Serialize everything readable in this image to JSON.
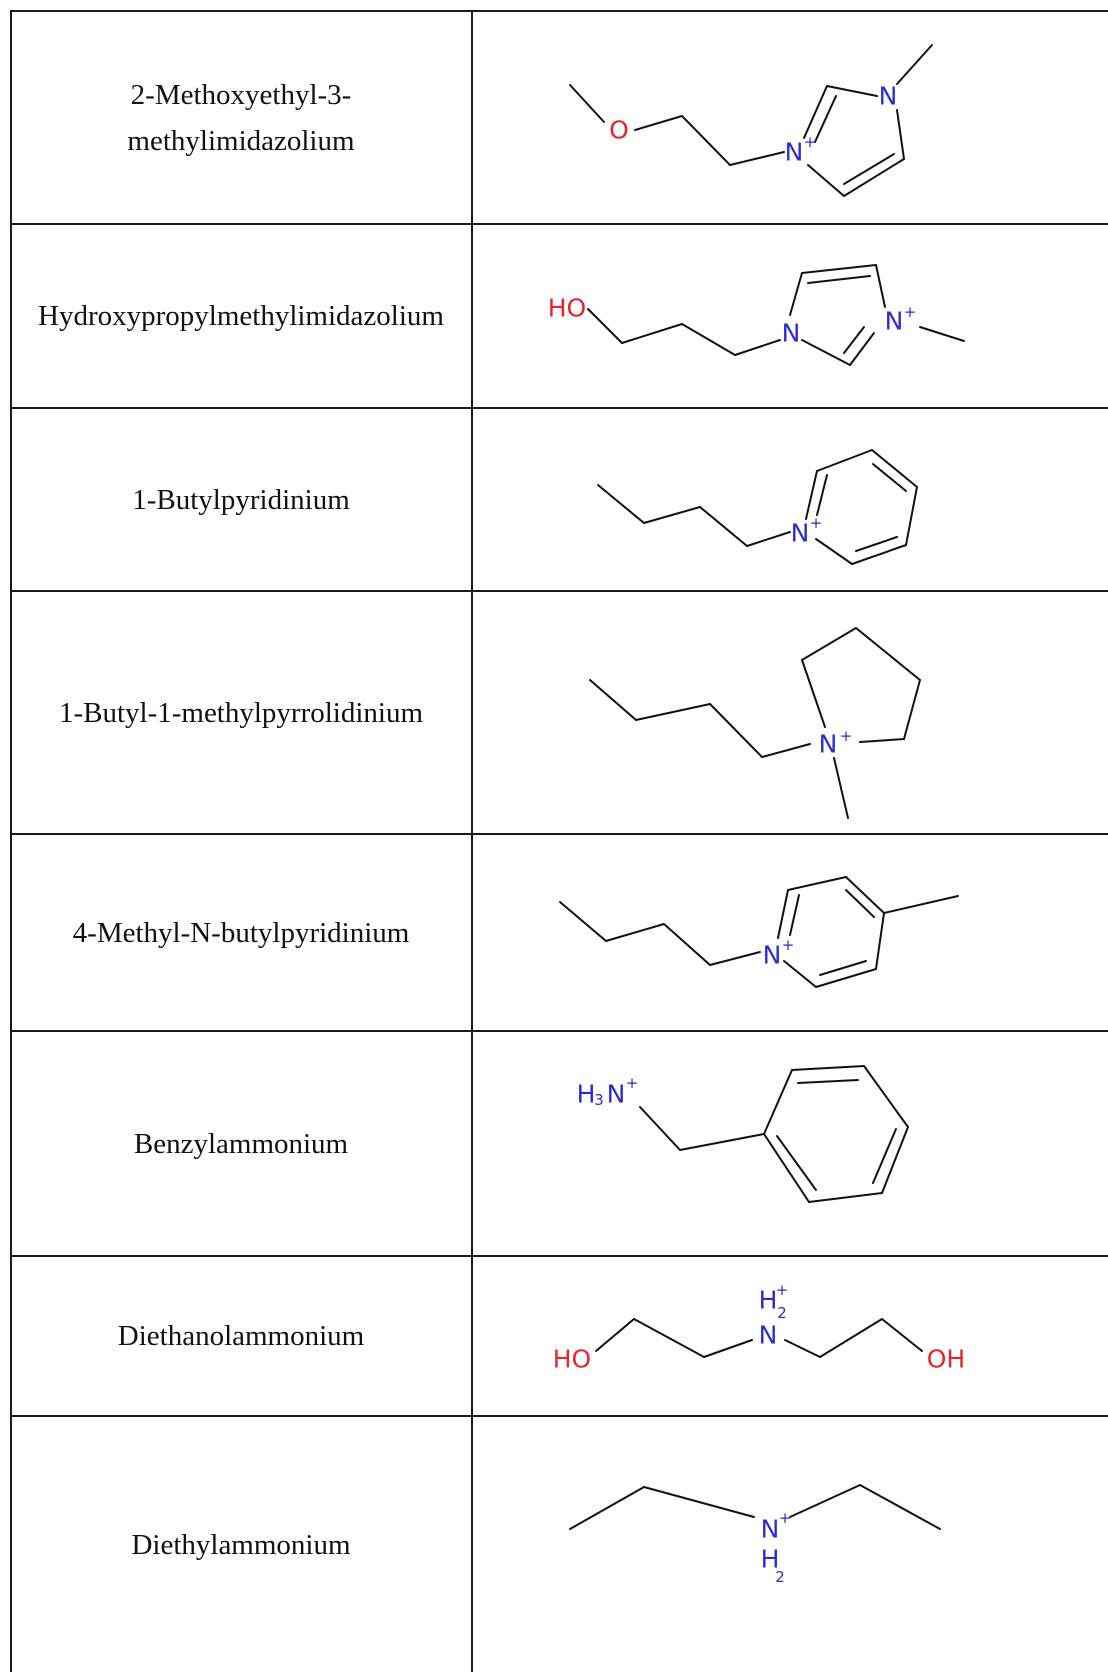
{
  "rows": [
    {
      "name": "2-Methoxyethyl-3-methylimidazolium",
      "name_lines": [
        "2-Methoxyethyl-3-",
        "methylimidazolium"
      ]
    },
    {
      "name": "Hydroxypropylmethylimidazolium"
    },
    {
      "name": "1-Butylpyridinium"
    },
    {
      "name": "1-Butyl-1-methylpyrrolidinium"
    },
    {
      "name": "4-Methyl-N-butylpyridinium"
    },
    {
      "name": "Benzylammonium"
    },
    {
      "name": "Diethanolammonium"
    },
    {
      "name": "Diethylammonium"
    }
  ],
  "atoms": {
    "O": "O",
    "N": "N",
    "N_plus": "+",
    "HO": "HO",
    "OH": "OH",
    "H": "H",
    "H3": "3",
    "H2": "2"
  },
  "colors": {
    "oxygen": "#e8262a",
    "nitrogen": "#2b2bd0",
    "bond": "#111111",
    "border": "#1a1a1a"
  }
}
